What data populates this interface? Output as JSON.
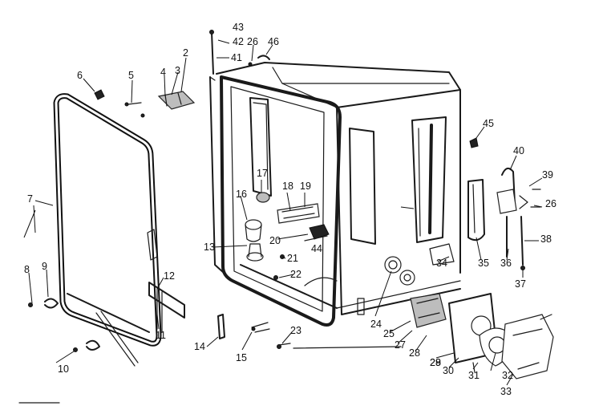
{
  "diagram": {
    "part_labels": [
      "2",
      "3",
      "4",
      "5",
      "6",
      "7",
      "8",
      "9",
      "10",
      "11",
      "12",
      "13",
      "14",
      "15",
      "16",
      "17",
      "18",
      "19",
      "20",
      "21",
      "22",
      "23",
      "24",
      "25",
      "26",
      "27",
      "28",
      "29",
      "30",
      "31",
      "32",
      "33",
      "34",
      "35",
      "36",
      "37",
      "38",
      "39",
      "40",
      "41",
      "42",
      "43",
      "44",
      "45",
      "46",
      "26",
      "28"
    ]
  }
}
